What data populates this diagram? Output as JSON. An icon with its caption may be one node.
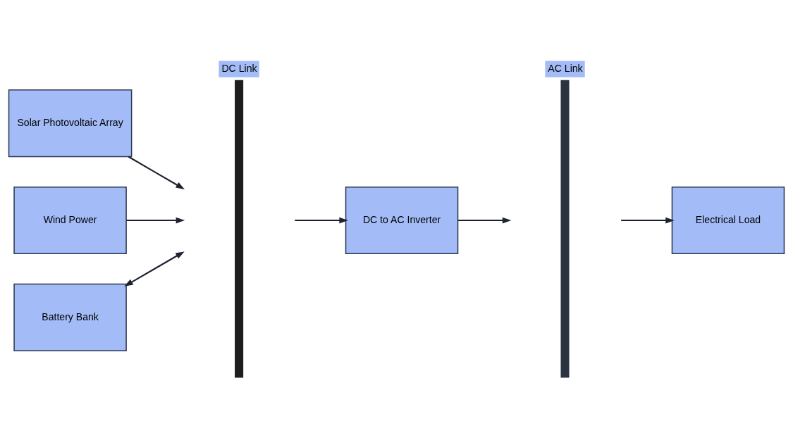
{
  "diagram": {
    "nodes": [
      {
        "text": [
          "Solar Photovoltaic Array"
        ]
      },
      {
        "text": [
          "Wind Power"
        ]
      },
      {
        "text": [
          "Battery Bank"
        ]
      },
      {
        "text": [
          "DC Link"
        ]
      },
      {
        "text": [
          "DC to AC Inverter"
        ]
      },
      {
        "text": [
          "AC Link"
        ]
      },
      {
        "text": [
          "Electrical Load"
        ]
      }
    ],
    "edges": [
      {
        "from": 0,
        "to": 3,
        "arrow": "to"
      },
      {
        "from": 1,
        "to": 3,
        "arrow": "to"
      },
      {
        "from": 2,
        "to": 3,
        "arrow": "both"
      },
      {
        "from": 3,
        "to": 4,
        "arrow": "to"
      },
      {
        "from": 4,
        "to": 5,
        "arrow": "to"
      },
      {
        "from": 5,
        "to": 6,
        "arrow": "to"
      }
    ]
  }
}
